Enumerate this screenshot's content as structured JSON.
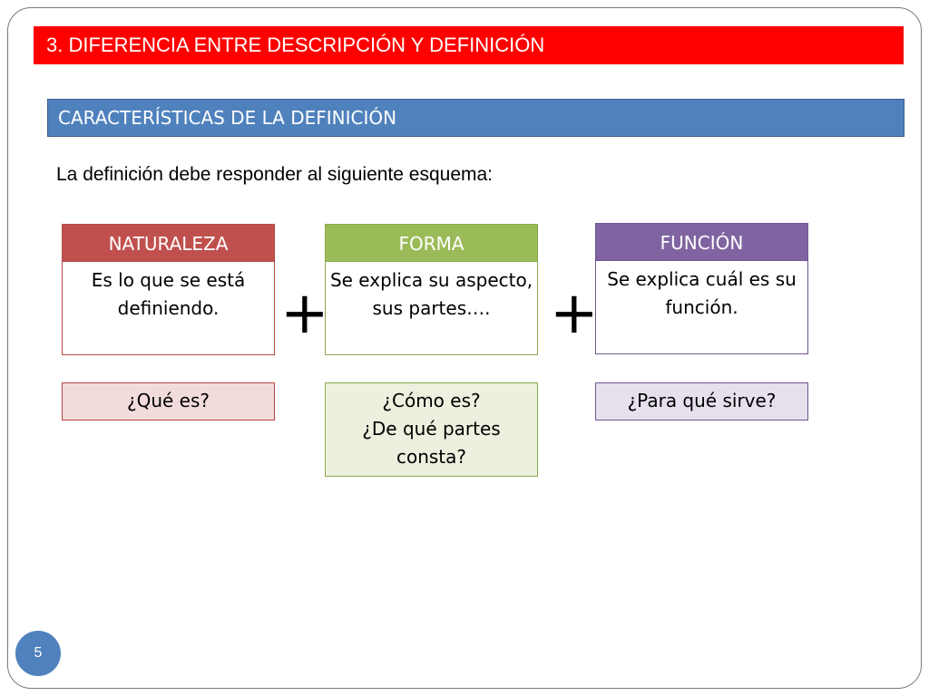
{
  "slide": {
    "title": "3. DIFERENCIA ENTRE DESCRIPCIÓN Y DEFINICIÓN",
    "subtitle": "CARACTERÍSTICAS DE LA DEFINICIÓN",
    "intro": "La definición debe responder al siguiente esquema:",
    "page_number": "5"
  },
  "columns": [
    {
      "header": "NATURALEZA",
      "body": "Es lo que se está definiendo.",
      "question_lines": [
        "¿Qué es?"
      ],
      "header_color": "#c0504d",
      "border_color": "#b54745",
      "question_fill": "#f2dcdb"
    },
    {
      "header": "FORMA",
      "body": "Se explica su aspecto, sus partes….",
      "question_lines": [
        "¿Cómo es?",
        "¿De qué partes consta?"
      ],
      "header_color": "#9bbb59",
      "border_color": "#8aaa4a",
      "question_fill": "#ebf1de"
    },
    {
      "header": "FUNCIÓN",
      "body": "Se explica cuál es su función.",
      "question_lines": [
        "¿Para qué sirve?"
      ],
      "header_color": "#8064a2",
      "border_color": "#705591",
      "question_fill": "#e5e0ec"
    }
  ],
  "operators": [
    "+",
    "+"
  ]
}
